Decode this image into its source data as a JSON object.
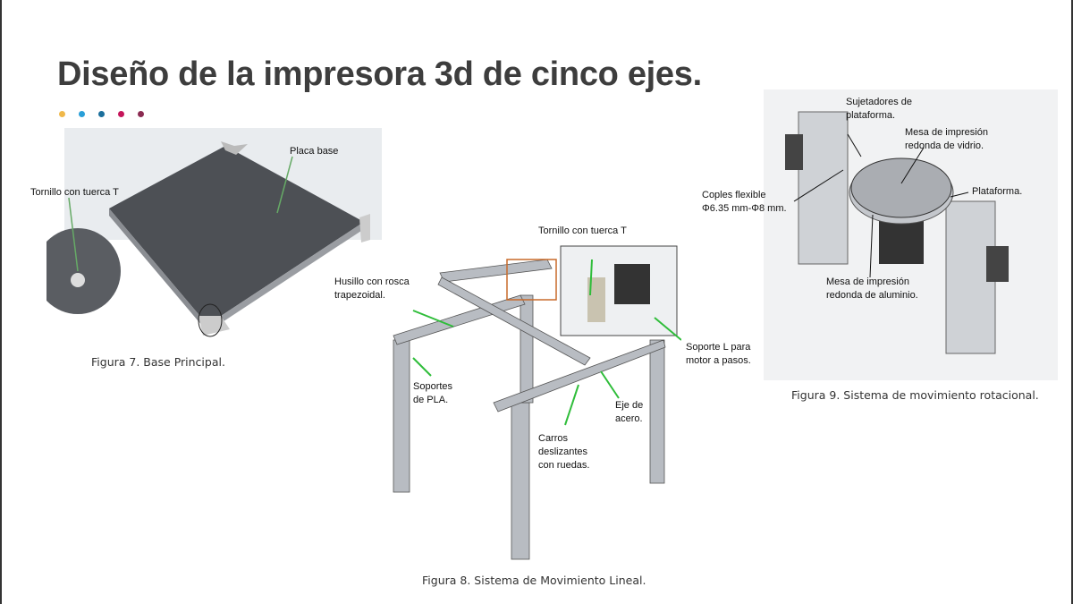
{
  "slide": {
    "title": "Diseño de la impresora 3d de cinco ejes.",
    "accent_dots": [
      "#f0b84a",
      "#2a9fd8",
      "#1b6f9c",
      "#c5155a",
      "#8b2b52"
    ]
  },
  "figure7": {
    "caption": "Figura 7. Base Principal.",
    "labels": {
      "tornillo": "Tornillo con tuerca T",
      "placa": "Placa base"
    }
  },
  "figure8": {
    "caption": "Figura 8. Sistema de Movimiento Lineal.",
    "labels": {
      "tornillo": "Tornillo con tuerca T",
      "husillo": [
        "Husillo con rosca",
        "trapezoidal."
      ],
      "soporte_l": [
        "Soporte L para",
        "motor a pasos."
      ],
      "soportes_pla": [
        "Soportes",
        "de PLA."
      ],
      "eje": [
        "Eje de",
        "acero."
      ],
      "carros": [
        "Carros",
        "deslizantes",
        "con ruedas."
      ]
    }
  },
  "figure9": {
    "caption": "Figura 9. Sistema de movimiento rotacional.",
    "labels": {
      "sujetadores": [
        "Sujetadores de",
        "plataforma."
      ],
      "mesa_vidrio": [
        "Mesa de impresión",
        "redonda de vidrio."
      ],
      "coples": [
        "Coples flexible",
        "Φ6.35 mm-Φ8 mm."
      ],
      "plataforma": "Plataforma.",
      "mesa_aluminio": [
        "Mesa de impresión",
        "redonda de aluminio."
      ]
    }
  }
}
